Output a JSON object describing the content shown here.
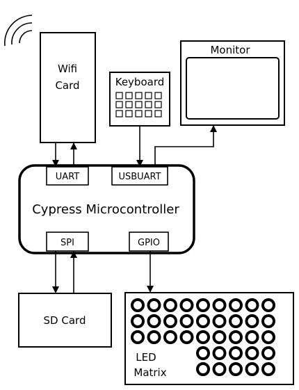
{
  "wifi": {
    "label_line1": "Wifi",
    "label_line2": "Card",
    "icon": "wifi-signal-icon"
  },
  "keyboard": {
    "label": "Keyboard",
    "icon": "keyboard-keys-icon"
  },
  "monitor": {
    "label": "Monitor"
  },
  "microcontroller": {
    "label": "Cypress Microcontroller",
    "ports": {
      "uart": "UART",
      "usbuart": "USBUART",
      "spi": "SPI",
      "gpio": "GPIO"
    }
  },
  "sd_card": {
    "label": "SD Card"
  },
  "led_matrix": {
    "label_line1": "LED",
    "label_line2": "Matrix",
    "rows": 5,
    "cols": 9
  }
}
